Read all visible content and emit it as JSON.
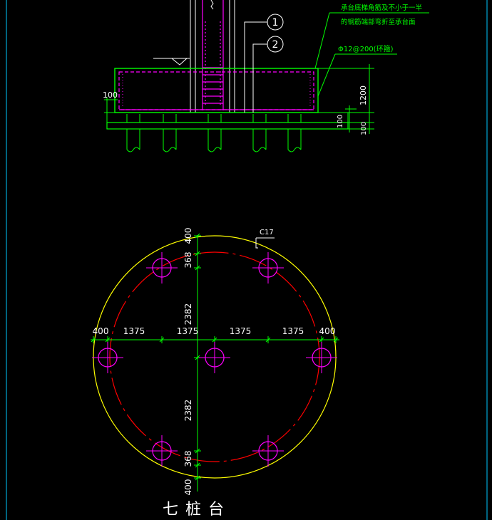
{
  "section": {
    "callout_1": "1",
    "callout_2": "2",
    "note_line1": "承台底梯角筋及不小于一半",
    "note_line2": "的钢筋端部弯折至承台面",
    "rebar_label": "Φ12@200(环箍)",
    "dim_left_100": "100",
    "dim_height": "1200",
    "dim_embed": "100",
    "dim_base": "100"
  },
  "plan": {
    "tag": "C17",
    "dims_horizontal": [
      "400",
      "1375",
      "1375",
      "1375",
      "1375",
      "400"
    ],
    "dims_vertical": [
      "400",
      "368",
      "2382",
      "2382",
      "368",
      "400"
    ],
    "title": "七桩台"
  },
  "colors": {
    "background": "#000000",
    "white": "#ffffff",
    "green": "#00ff00",
    "magenta": "#ff00ff",
    "yellow": "#ffff00",
    "red": "#ff0000",
    "cyan": "#00c8ff"
  }
}
